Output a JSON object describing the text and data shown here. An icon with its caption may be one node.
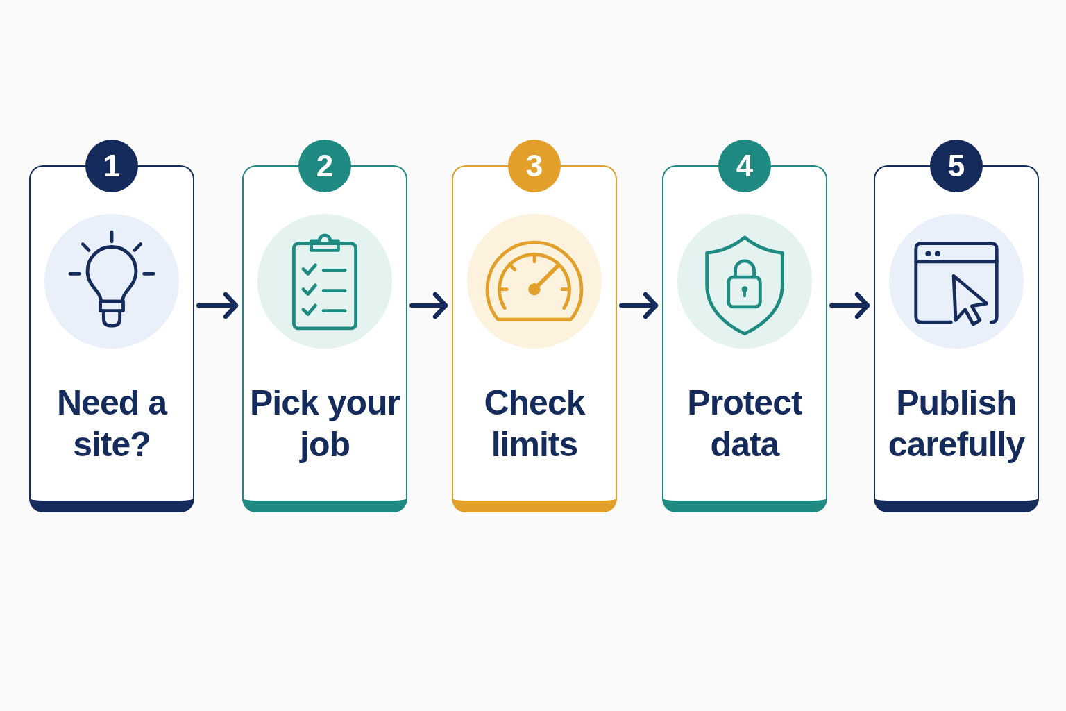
{
  "diagram": {
    "nodes": [
      {
        "text": [
          "1",
          "Need a site?"
        ]
      },
      {
        "text": [
          "2",
          "Pick your job"
        ]
      },
      {
        "text": [
          "3",
          "Check limits"
        ]
      },
      {
        "text": [
          "4",
          "Protect data"
        ]
      },
      {
        "text": [
          "5",
          "Publish carefully"
        ]
      }
    ],
    "edges": [
      {
        "from": 0,
        "to": 1,
        "arrow": "to"
      },
      {
        "from": 1,
        "to": 2,
        "arrow": "to"
      },
      {
        "from": 2,
        "to": 3,
        "arrow": "to"
      },
      {
        "from": 3,
        "to": 4,
        "arrow": "to"
      }
    ]
  }
}
